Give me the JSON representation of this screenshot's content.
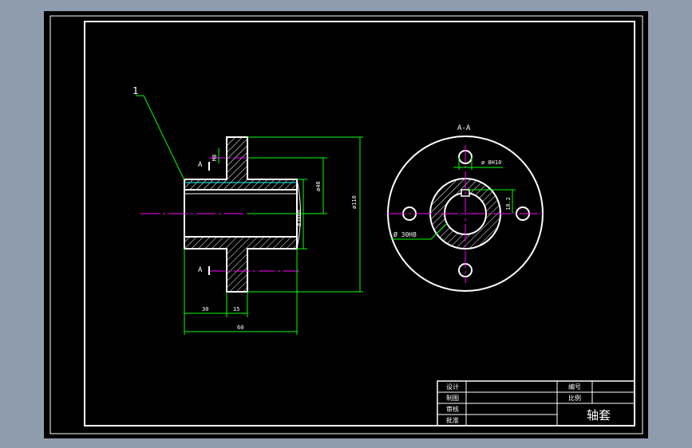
{
  "colors": {
    "background": "#8f9cad",
    "canvas": "#000000",
    "outline": "#ffffff",
    "dimension": "#00ff00",
    "centerline": "#ff00ff",
    "hatch": "#ffffff",
    "highlight": "#00ffff"
  },
  "drawing": {
    "part_number": "1",
    "section_marker": "A",
    "section_view_title": "A-A",
    "dimensions": {
      "length_total": "60",
      "length_hub": "30",
      "flange_thickness": "15",
      "flange_small": "M8",
      "flange_diameter": "ø110",
      "hub_diameter": "ø40",
      "bore": "ø30H8",
      "bore_section": "Ø 30H8",
      "bolt_hole": "ø 8H10",
      "key_depth": "18.2"
    }
  },
  "title_block": {
    "design_label": "设计",
    "drawing_label": "制图",
    "review_label": "审核",
    "approve_label": "批准",
    "number_label": "编号",
    "scale_label": "比例",
    "part_name": "轴套"
  }
}
